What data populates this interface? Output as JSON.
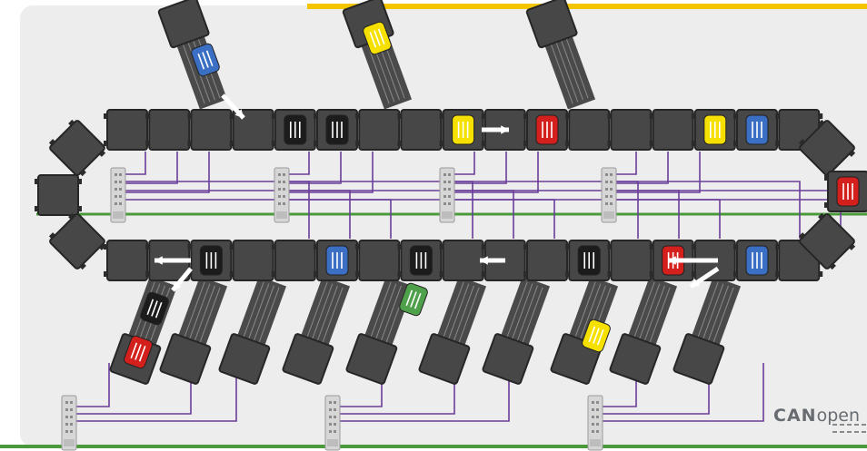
{
  "colors": {
    "background": "#ededed",
    "accent_yellow": "#f2c500",
    "bus_green": "#4a9a3c",
    "wire_purple": "#6a3d9a",
    "conveyor": "#4a4a4a",
    "conveyor_dark": "#262626",
    "io_module": "#d3d3d3",
    "arrow": "#ffffff",
    "logo_text": "#686c70"
  },
  "logo": {
    "bold": "CAN",
    "thin": "open"
  },
  "carriers": [
    {
      "seg": "upper",
      "slot": 4,
      "color": "black"
    },
    {
      "seg": "upper",
      "slot": 5,
      "color": "black"
    },
    {
      "seg": "upper",
      "slot": 8,
      "color": "yellow"
    },
    {
      "seg": "upper",
      "slot": 10,
      "color": "red"
    },
    {
      "seg": "upper",
      "slot": 14,
      "color": "yellow"
    },
    {
      "seg": "upper",
      "slot": 15,
      "color": "blue"
    },
    {
      "seg": "lower",
      "slot": 2,
      "color": "black"
    },
    {
      "seg": "lower",
      "slot": 5,
      "color": "blue"
    },
    {
      "seg": "lower",
      "slot": 7,
      "color": "black"
    },
    {
      "seg": "lower",
      "slot": 11,
      "color": "black"
    },
    {
      "seg": "lower",
      "slot": 13,
      "color": "red"
    },
    {
      "seg": "lower",
      "slot": 15,
      "color": "blue"
    },
    {
      "seg": "right-end",
      "slot": 0,
      "color": "red"
    },
    {
      "seg": "top-spur-1",
      "slot": 0,
      "color": "blue"
    },
    {
      "seg": "top-spur-2",
      "slot": 0,
      "color": "yellow"
    },
    {
      "seg": "bottom-spur-1",
      "slot": 0,
      "color": "black"
    },
    {
      "seg": "bottom-spur-1",
      "slot": 1,
      "color": "red"
    },
    {
      "seg": "bottom-spur-5",
      "slot": 0,
      "color": "green"
    },
    {
      "seg": "bottom-spur-8",
      "slot": 0,
      "color": "yellow"
    }
  ],
  "carrier_colors": {
    "black": "#1c1c1c",
    "blue": "#3a6fc4",
    "yellow": "#f5e000",
    "red": "#d3201c",
    "green": "#4fa04a"
  }
}
